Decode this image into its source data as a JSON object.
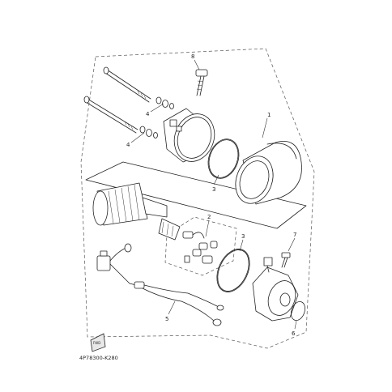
{
  "diagram": {
    "part_code": "4P78300-K280",
    "fwd_label": "FWD",
    "callouts": {
      "c1": "1",
      "c2": "2",
      "c3a": "3",
      "c3b": "3",
      "c4a": "4",
      "c4b": "4",
      "c5": "5",
      "c6": "6",
      "c7": "7",
      "c8": "8"
    }
  }
}
